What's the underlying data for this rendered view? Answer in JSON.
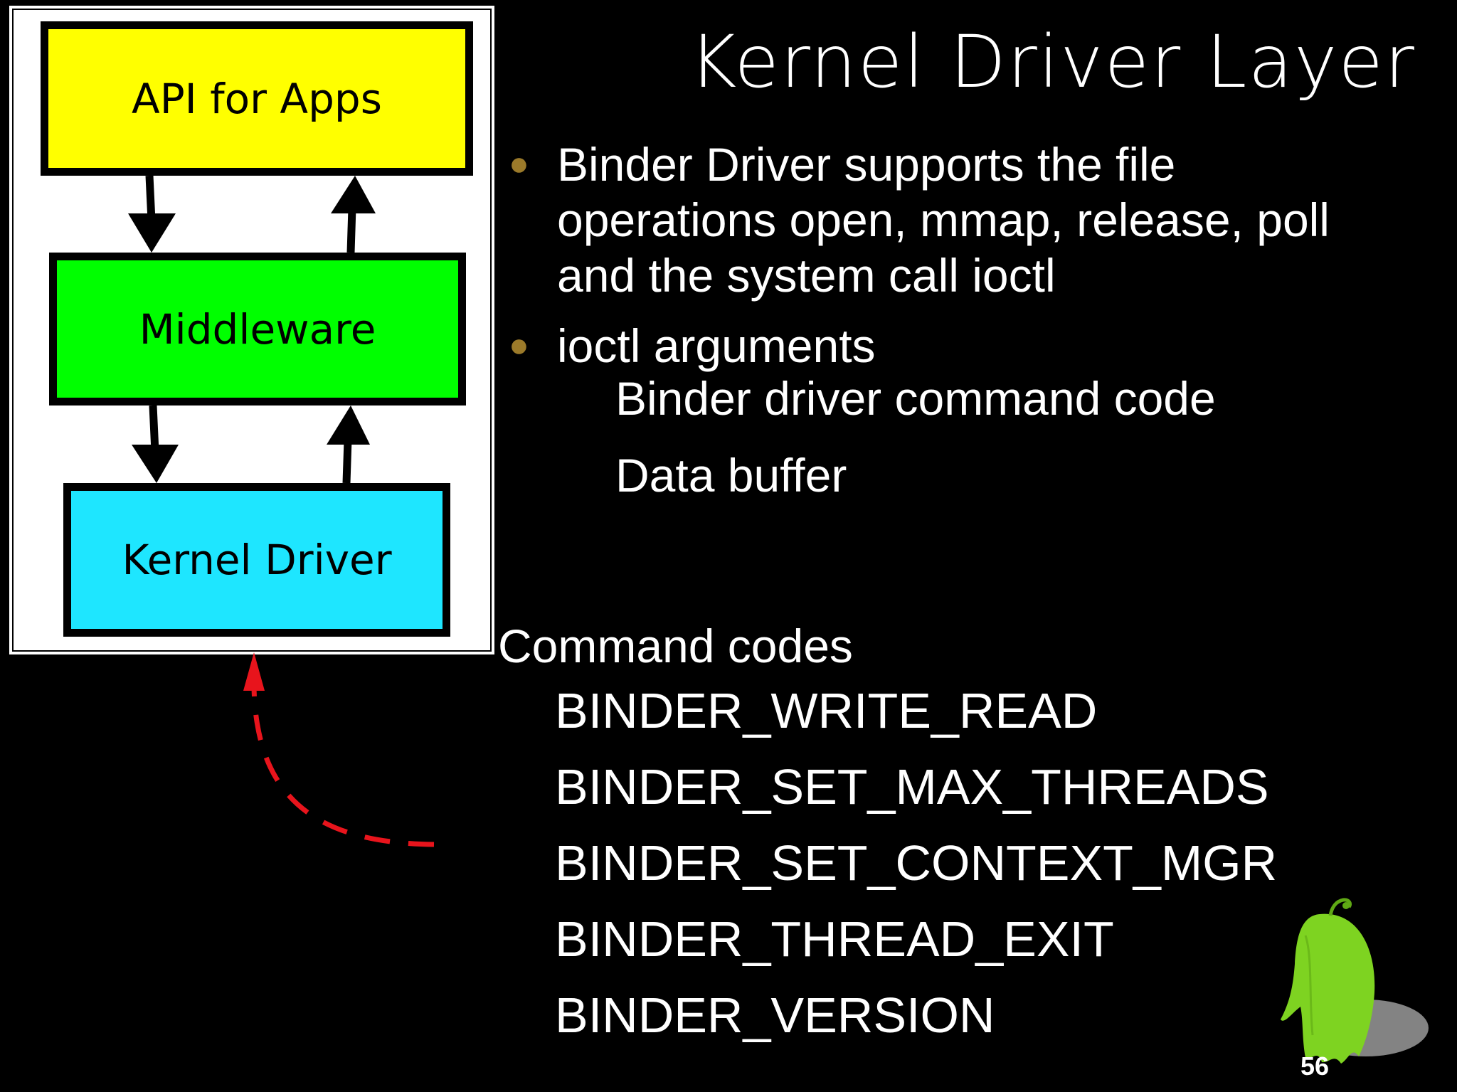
{
  "title": "Kernel Driver Layer",
  "diagram": {
    "boxes": [
      {
        "label": "API for Apps",
        "color": "#ffff00"
      },
      {
        "label": "Middleware",
        "color": "#00ff00"
      },
      {
        "label": "Kernel Driver",
        "color": "#1ee6ff"
      }
    ]
  },
  "bullets": [
    {
      "lines": [
        "Binder Driver supports the file",
        "operations open, mmap, release, poll",
        "and the system call ioctl"
      ]
    },
    {
      "lines": [
        "ioctl arguments"
      ]
    }
  ],
  "sub_items": [
    "Binder driver command code",
    "Data buffer"
  ],
  "command_heading": "Command codes",
  "command_codes": [
    "BINDER_WRITE_READ",
    "BINDER_SET_MAX_THREADS",
    "BINDER_SET_CONTEXT_MGR",
    "BINDER_THREAD_EXIT",
    "BINDER_VERSION"
  ],
  "page_number": "56",
  "colors": {
    "bullet": "#9b7a2a",
    "arrow_dashed": "#e8141c",
    "mascot": "#7ed321"
  },
  "icons": [
    "bullet-dot",
    "green-mascot-icon"
  ]
}
